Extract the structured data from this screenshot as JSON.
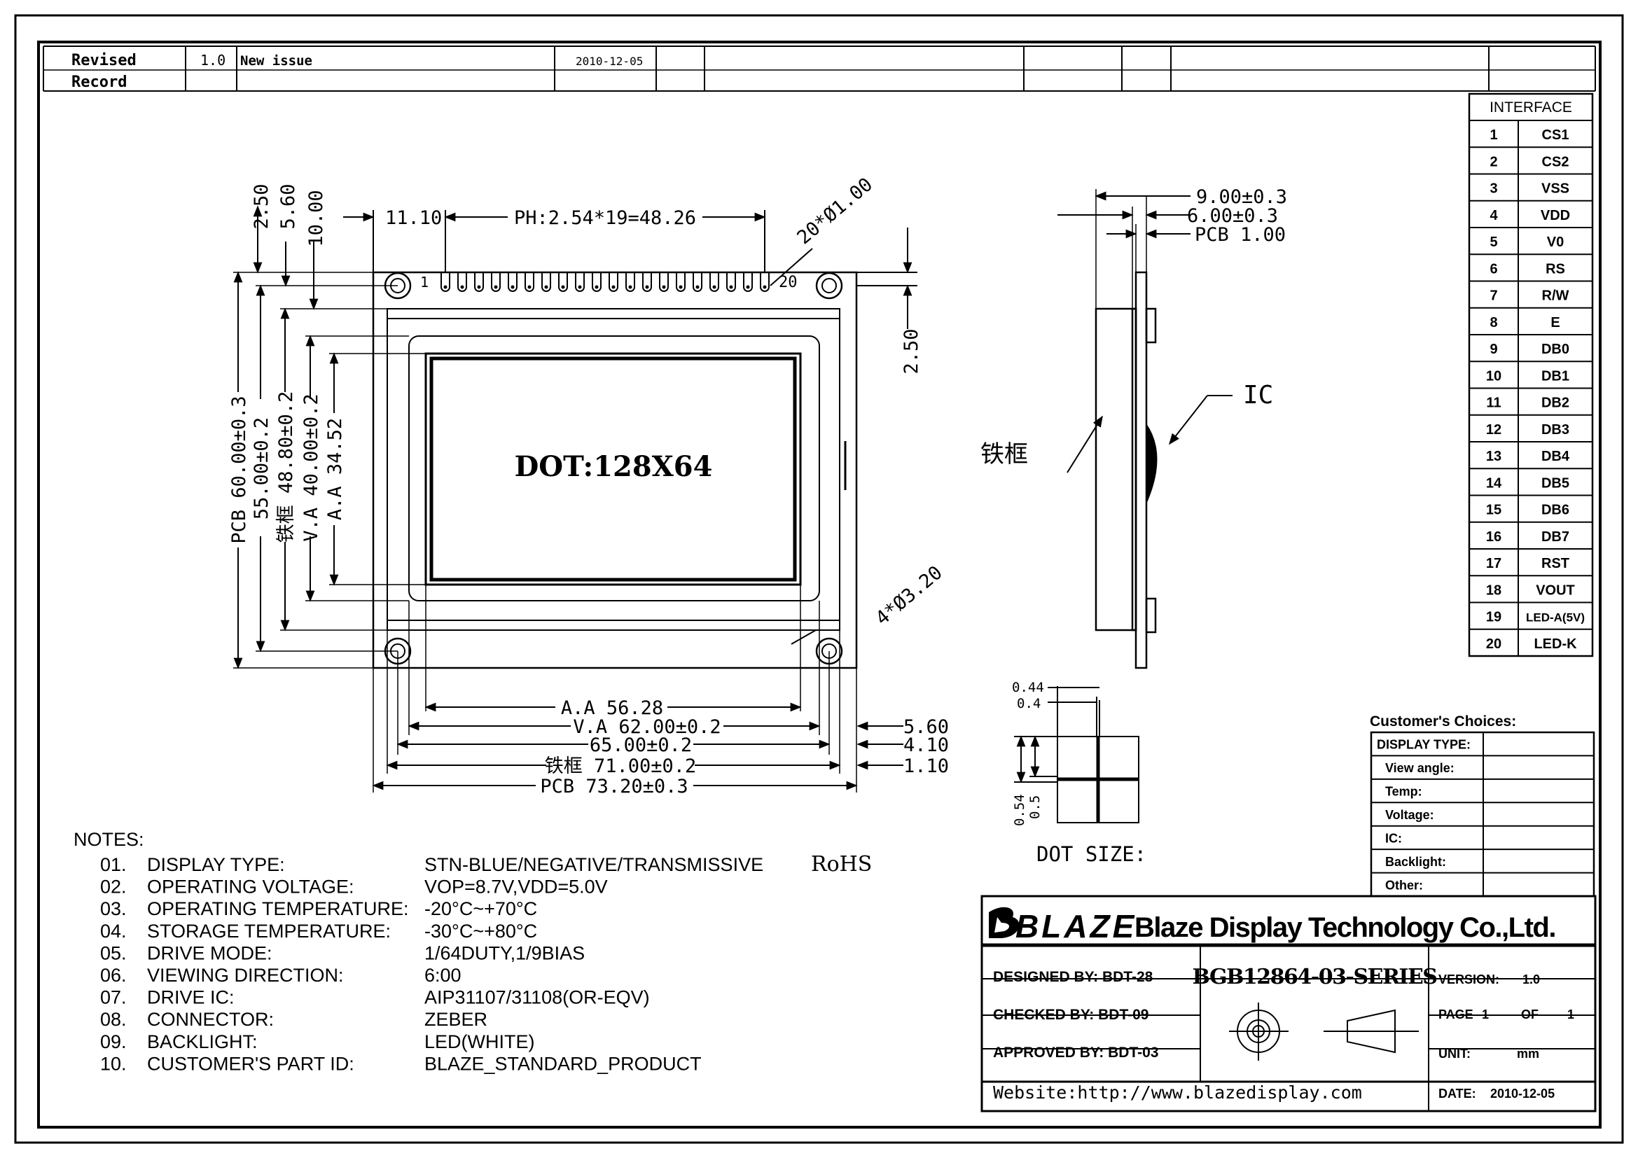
{
  "revision": {
    "label_line1": "Revised",
    "label_line2": "Record",
    "version": "1.0",
    "description": "New issue",
    "date": "2010-12-05"
  },
  "interface": {
    "title": "INTERFACE",
    "pins": [
      {
        "no": "1",
        "name": "CS1"
      },
      {
        "no": "2",
        "name": "CS2"
      },
      {
        "no": "3",
        "name": "VSS"
      },
      {
        "no": "4",
        "name": "VDD"
      },
      {
        "no": "5",
        "name": "V0"
      },
      {
        "no": "6",
        "name": "RS"
      },
      {
        "no": "7",
        "name": "R/W"
      },
      {
        "no": "8",
        "name": "E"
      },
      {
        "no": "9",
        "name": "DB0"
      },
      {
        "no": "10",
        "name": "DB1"
      },
      {
        "no": "11",
        "name": "DB2"
      },
      {
        "no": "12",
        "name": "DB3"
      },
      {
        "no": "13",
        "name": "DB4"
      },
      {
        "no": "14",
        "name": "DB5"
      },
      {
        "no": "15",
        "name": "DB6"
      },
      {
        "no": "16",
        "name": "DB7"
      },
      {
        "no": "17",
        "name": "RST"
      },
      {
        "no": "18",
        "name": "VOUT"
      },
      {
        "no": "19",
        "name": "LED-A(5V)"
      },
      {
        "no": "20",
        "name": "LED-K"
      }
    ]
  },
  "front_view": {
    "display_text": "DOT:128X64",
    "pin_first": "1",
    "pin_last": "20",
    "dims_top": {
      "d2_50": "2.50",
      "d5_60": "5.60",
      "d10_00": "10.00",
      "d11_10": "11.10",
      "pitch": "PH:2.54*19=48.26",
      "pin_holes": "20*Ø1.00",
      "right_2_50": "2.50"
    },
    "dims_left": {
      "pcb": "PCB 60.00±0.3",
      "d55": "55.00±0.2",
      "frame": "铁框 48.80±0.2",
      "va": "V.A 40.00±0.2",
      "aa": "A.A 34.52"
    },
    "dims_bottom": {
      "aa": "A.A 56.28",
      "va": "V.A 62.00±0.2",
      "d65": "65.00±0.2",
      "frame": "铁框 71.00±0.2",
      "pcb": "PCB 73.20±0.3",
      "r5_60": "5.60",
      "r4_10": "4.10",
      "r1_10": "1.10"
    },
    "mount_holes": "4*Ø3.20"
  },
  "side_view": {
    "d9": "9.00±0.3",
    "d6": "6.00±0.3",
    "pcb": "PCB 1.00",
    "ic_label": "IC",
    "frame_label": "铁框"
  },
  "dot_size": {
    "label": "DOT SIZE:",
    "w1": "0.44",
    "w2": "0.4",
    "h1": "0.54",
    "h2": "0.5"
  },
  "notes": {
    "title": "NOTES:",
    "items": [
      {
        "no": "01.",
        "label": "DISPLAY TYPE:",
        "value": "STN-BLUE/NEGATIVE/TRANSMISSIVE",
        "extra": "RoHS"
      },
      {
        "no": "02.",
        "label": "OPERATING VOLTAGE:",
        "value": "VOP=8.7V,VDD=5.0V",
        "extra": ""
      },
      {
        "no": "03.",
        "label": "OPERATING TEMPERATURE:",
        "value": "-20°C~+70°C",
        "extra": ""
      },
      {
        "no": "04.",
        "label": "STORAGE TEMPERATURE:",
        "value": "-30°C~+80°C",
        "extra": ""
      },
      {
        "no": "05.",
        "label": "DRIVE MODE:",
        "value": "1/64DUTY,1/9BIAS",
        "extra": ""
      },
      {
        "no": "06.",
        "label": "VIEWING DIRECTION:",
        "value": "6:00",
        "extra": ""
      },
      {
        "no": "07.",
        "label": "DRIVE IC:",
        "value": "AIP31107/31108(OR-EQV)",
        "extra": ""
      },
      {
        "no": "08.",
        "label": "CONNECTOR:",
        "value": "ZEBER",
        "extra": ""
      },
      {
        "no": "09.",
        "label": "BACKLIGHT:",
        "value": "LED(WHITE)",
        "extra": ""
      },
      {
        "no": "10.",
        "label": "CUSTOMER'S PART ID:",
        "value": "BLAZE_STANDARD_PRODUCT",
        "extra": ""
      }
    ]
  },
  "customer_choices": {
    "title": "Customer's Choices:",
    "rows": [
      "DISPLAY TYPE:",
      "View angle:",
      "Temp:",
      "Voltage:",
      "IC:",
      "Backlight:",
      "Other:"
    ]
  },
  "title_block": {
    "logo": "BLAZE",
    "company": "Blaze Display Technology Co.,Ltd.",
    "designed": "DESIGNED BY: BDT-28",
    "checked": "CHECKED BY: BDT-09",
    "approved": "APPROVED BY: BDT-03",
    "part_no": "BGB12864-03-SERIES",
    "version_label": "VERSION:",
    "version": "1.0",
    "page_label": "PAGE",
    "page": "1",
    "of_label": "OF",
    "of": "1",
    "unit_label": "UNIT:",
    "unit": "mm",
    "date_label": "DATE:",
    "date": "2010-12-05",
    "website": "Website:http://www.blazedisplay.com"
  }
}
